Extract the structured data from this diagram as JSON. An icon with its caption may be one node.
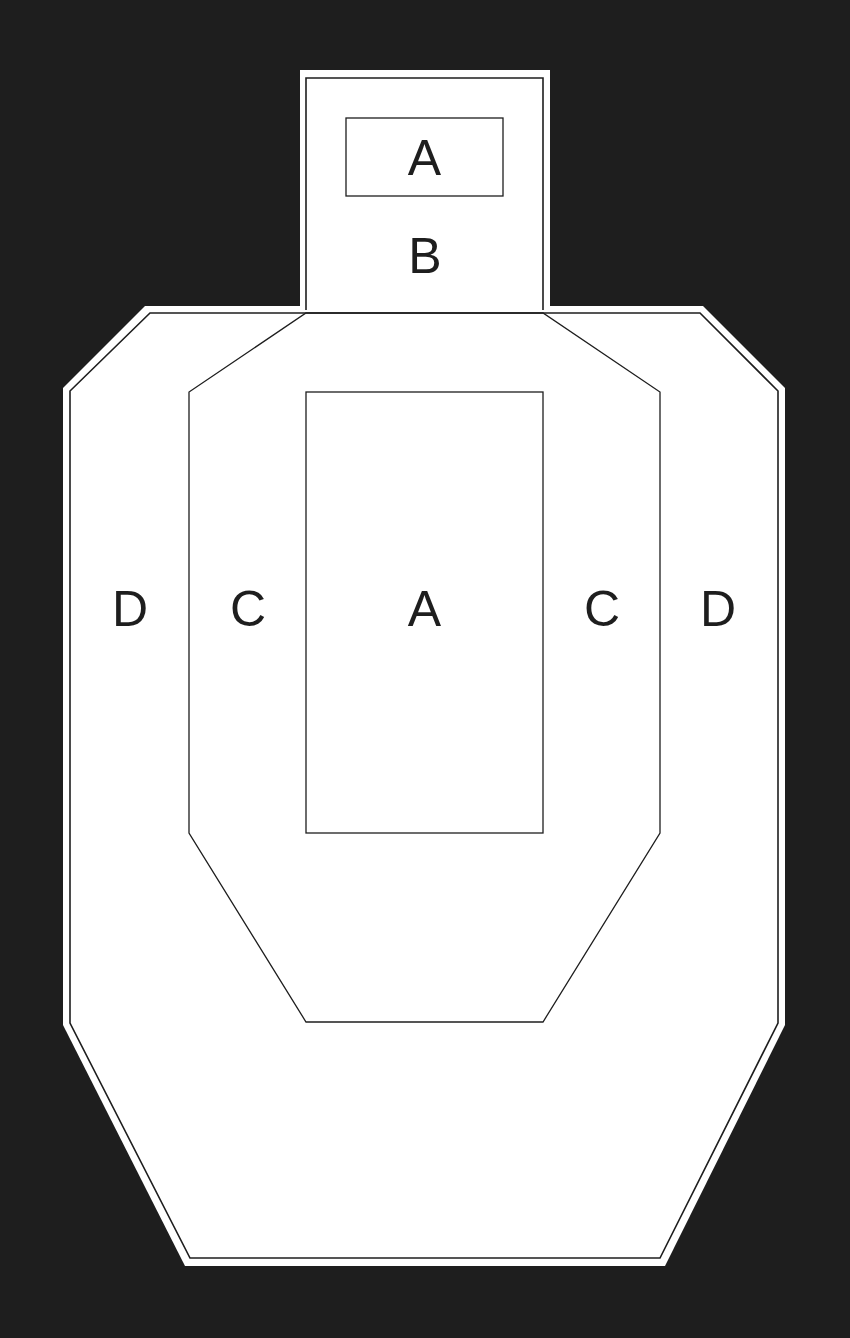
{
  "diagram": {
    "nodes": [
      {
        "text": [
          "B"
        ]
      },
      {
        "text": [
          "A"
        ],
        "in": 0
      },
      {
        "text": [
          "D",
          "D"
        ]
      },
      {
        "text": [
          "C",
          "C"
        ],
        "in": 2
      },
      {
        "text": [
          "A"
        ],
        "in": 3
      }
    ]
  }
}
